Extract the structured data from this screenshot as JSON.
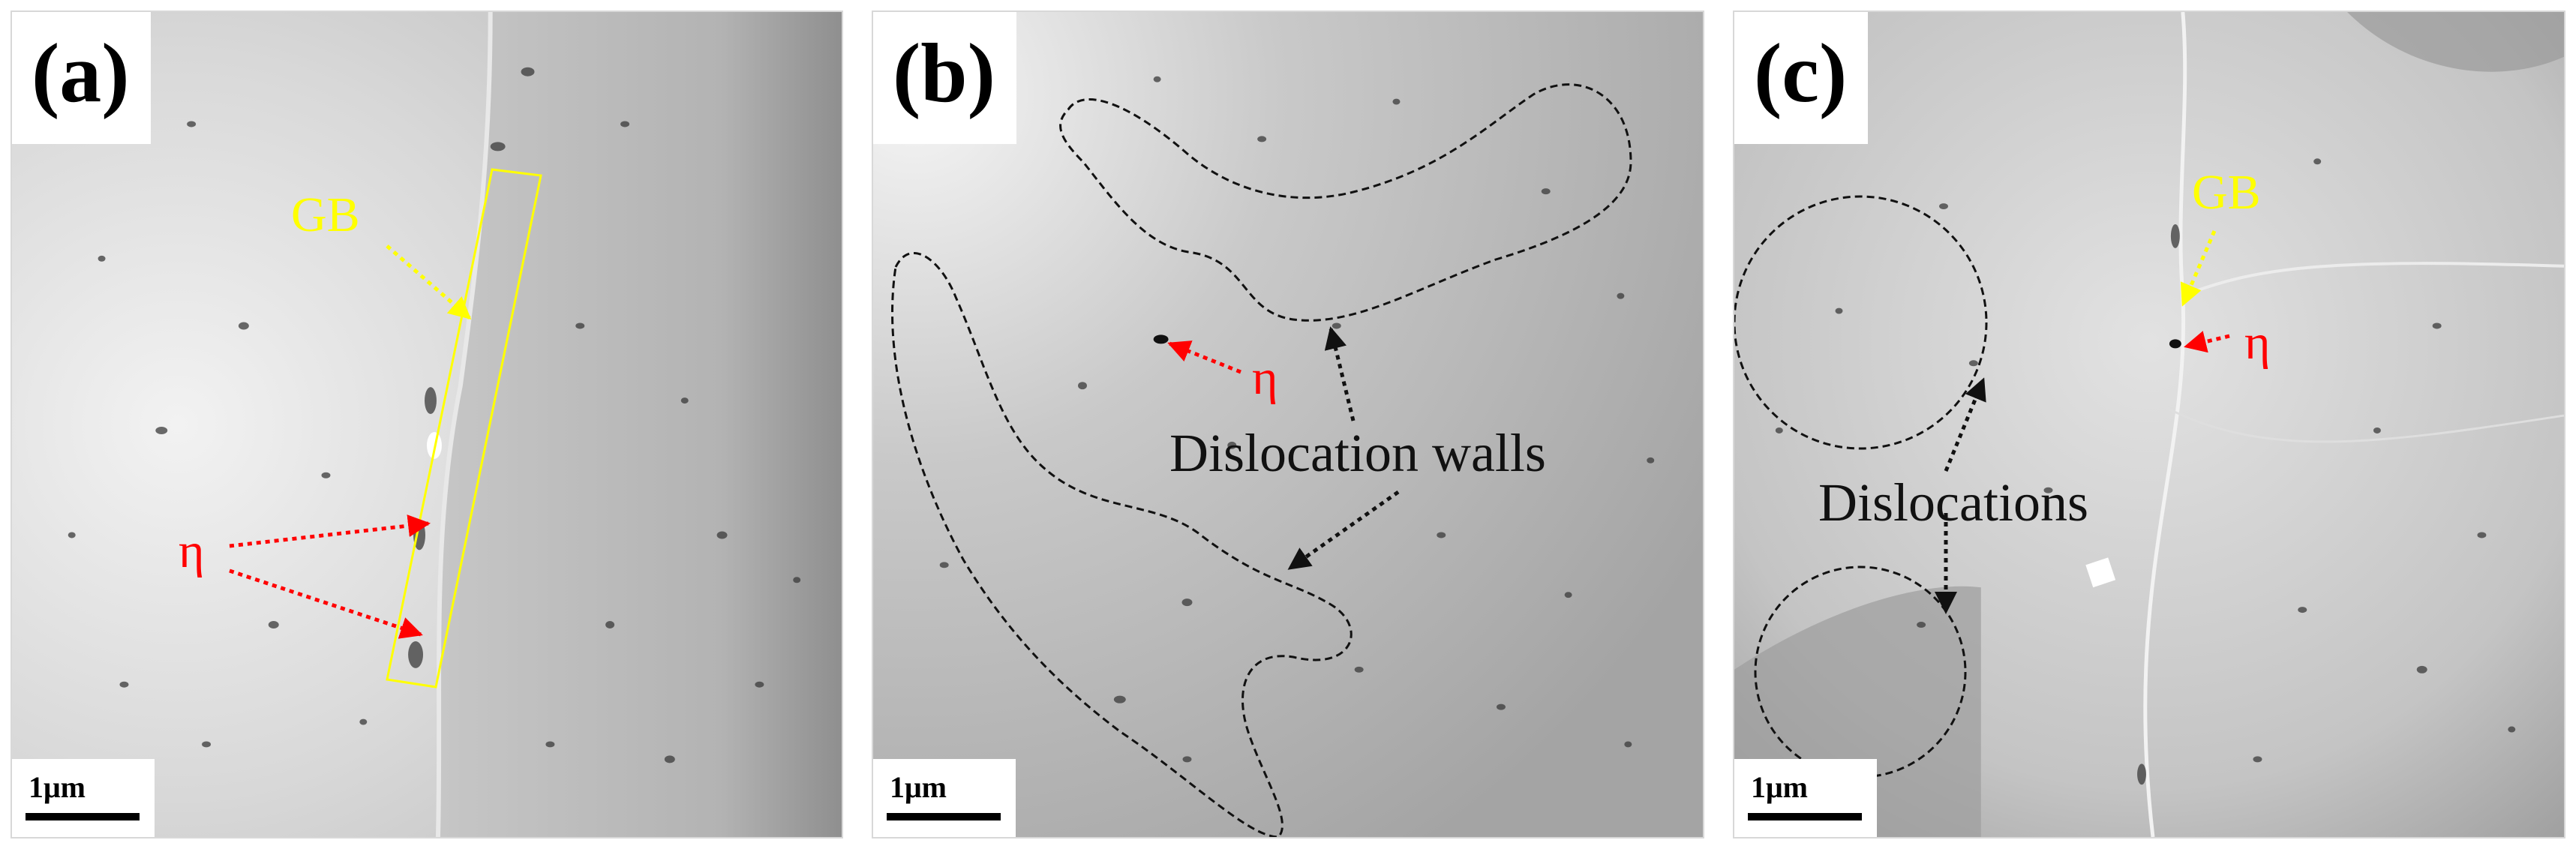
{
  "panels": [
    {
      "label": "(a)",
      "scale": "1μm",
      "annotations": {
        "gb": "GB",
        "eta": "η"
      }
    },
    {
      "label": "(b)",
      "scale": "1μm",
      "annotations": {
        "eta": "η",
        "walls": "Dislocation walls"
      }
    },
    {
      "label": "(c)",
      "scale": "1μm",
      "annotations": {
        "gb": "GB",
        "eta": "η",
        "dislocations": "Dislocations"
      }
    }
  ],
  "colors": {
    "gb_marker": "#ffff00",
    "eta_marker": "#ff0000",
    "outline": "#000000"
  }
}
